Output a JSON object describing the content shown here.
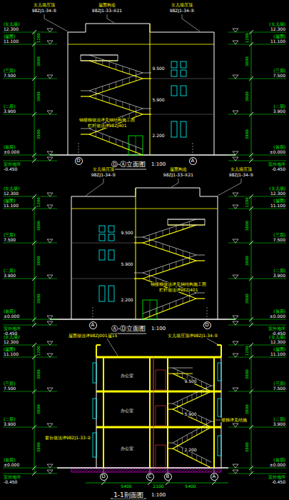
{
  "diagram": {
    "nodes": [
      {
        "text": [
          "D"
        ]
      },
      {
        "text": [
          "A"
        ]
      },
      {
        "text": [
          "A"
        ]
      },
      {
        "text": [
          "D"
        ]
      },
      {
        "text": [
          "D"
        ]
      },
      {
        "text": [
          "C"
        ]
      },
      {
        "text": [
          "B"
        ]
      },
      {
        "text": [
          "A"
        ]
      }
    ],
    "labels": [
      "女儿墙压顶",
      "98ZJ1-34-⑤",
      "屋面构造",
      "98ZJ1-33-④21",
      "女儿墙压顶",
      "98ZJ1-34-⑤",
      "2.200",
      "5.900",
      "9.500",
      "钢楼梯做法详见钢结构施工图",
      "栏杆做法详98ZJ401",
      "Ⓓ-Ⓐ立面图",
      "1:100",
      "(女儿墙)",
      "12.300",
      "(屋面)",
      "11.100",
      "(三层)",
      "7.500",
      "(二层)",
      "3.900",
      "(首层)",
      "±0.000",
      "室外地坪",
      "-0.450",
      "(女儿墙)",
      "12.300",
      "(屋面)",
      "11.100",
      "(三层)",
      "7.500",
      "(二层)",
      "3.900",
      "(首层)",
      "±0.000",
      "室外地坪",
      "-0.450",
      "1200",
      "3600",
      "3600",
      "3900",
      "1200",
      "3600",
      "3600",
      "3900",
      "女儿墙压顶",
      "98ZJ1-34-⑤",
      "屋面构造",
      "98ZJ1-33-④21",
      "女儿墙压顶",
      "98ZJ1-34-⑤",
      "2.200",
      "5.900",
      "9.500",
      "钢楼梯做法详见钢结构施工图",
      "栏杆做法详98ZJ401",
      "Ⓐ-Ⓓ立面图",
      "1:100",
      "(女儿墙)",
      "12.300",
      "(屋面)",
      "11.100",
      "(三层)",
      "7.500",
      "(二层)",
      "3.900",
      "(首层)",
      "±0.000",
      "室外地坪",
      "-0.450",
      "(女儿墙)",
      "12.300",
      "(屋面)",
      "11.100",
      "(三层)",
      "7.500",
      "(二层)",
      "3.900",
      "(首层)",
      "±0.000",
      "室外地坪",
      "-0.450",
      "1200",
      "3600",
      "3600",
      "3900",
      "1200",
      "3600",
      "3600",
      "3900",
      "屋面做法详98ZJ001屋15",
      "女儿墙压顶详98ZJ1-34-⑤",
      "办公室",
      "办公室",
      "办公室",
      "窗台做法详98ZJ1-33-②",
      "楼梯详见结施",
      "2.200",
      "5.900",
      "9.500",
      "5400",
      "2100",
      "5400",
      "1-1剖面图",
      "1:100",
      "(女儿墙)",
      "12.300",
      "(屋面)",
      "11.100",
      "(三层)",
      "7.500",
      "(二层)",
      "3.900",
      "(首层)",
      "±0.000",
      "室外地坪",
      "-0.450",
      "(女儿墙)",
      "12.300",
      "(屋面)",
      "11.100",
      "(三层)",
      "7.500",
      "(二层)",
      "3.900",
      "(首层)",
      "±0.000",
      "室外地坪",
      "-0.450",
      "1200",
      "3600",
      "3600",
      "3900",
      "1200",
      "3600",
      "3600",
      "3900"
    ]
  }
}
